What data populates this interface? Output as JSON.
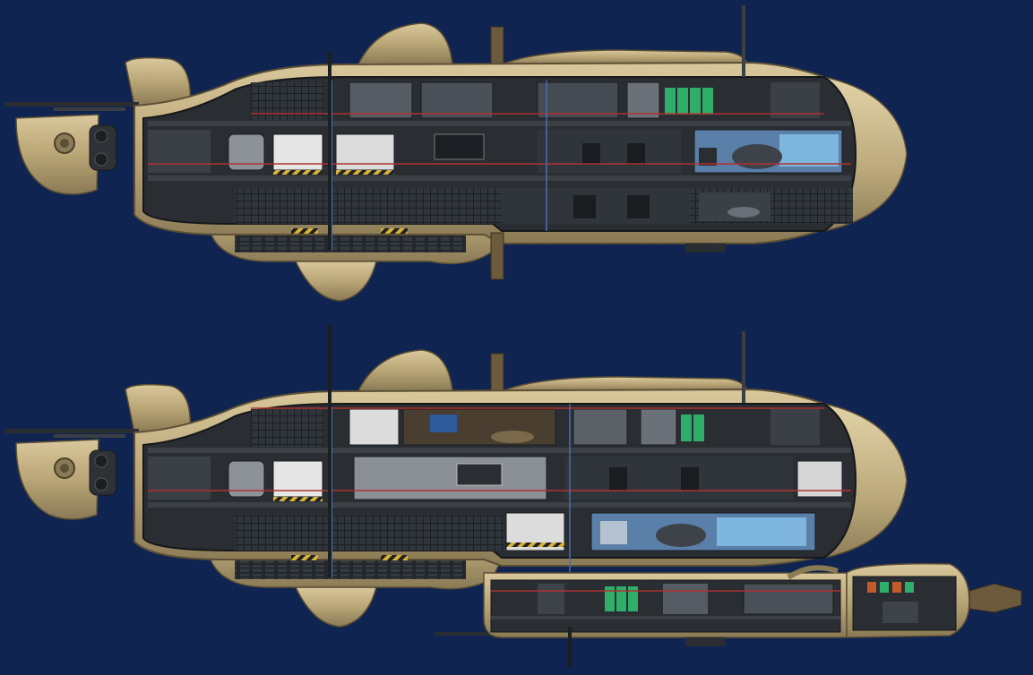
{
  "scene": {
    "background_color": "#0f2450",
    "hull_color": "#c8b68a",
    "hull_dark_color": "#8a7a55",
    "interior_color": "#2a2e33",
    "deck_color": "#3b4046",
    "pipe_red": "#b03030",
    "pipe_blue": "#4a6fb0",
    "screen_blue": "#7fb6e0",
    "locker_green": "#2fae6a"
  },
  "submarines": [
    {
      "variant": "base",
      "modules": [
        "conning-tower",
        "mast",
        "upper-deck",
        "middle-deck",
        "lower-ballast-pod",
        "rear-fins",
        "command-dome",
        "periscope-mast"
      ]
    },
    {
      "variant": "extended",
      "modules": [
        "conning-tower",
        "mast",
        "upper-deck",
        "middle-deck",
        "lower-ballast-pod",
        "rear-fins",
        "command-dome",
        "periscope-mast",
        "lower-extension-deck",
        "docking-shuttle"
      ]
    }
  ]
}
